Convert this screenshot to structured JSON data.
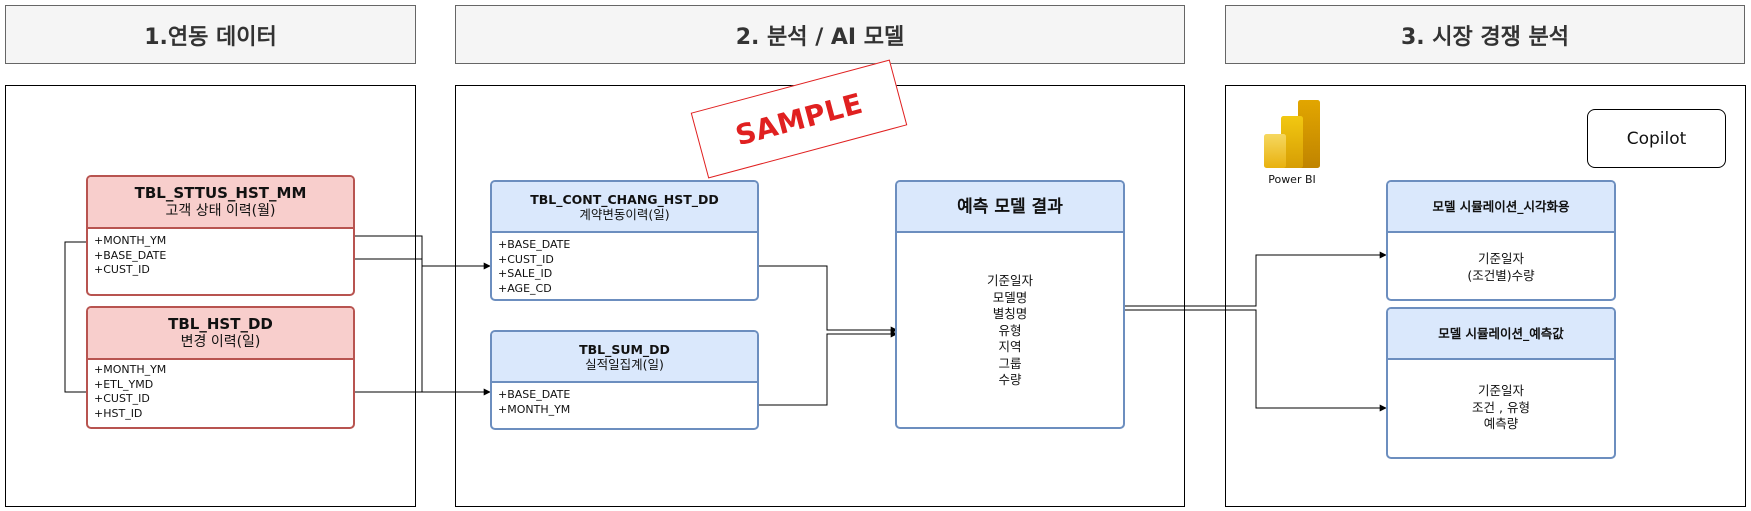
{
  "headers": {
    "linked_data": "1.연동 데이터",
    "analysis": "2. 분석 / AI 모델",
    "market": "3. 시장 경쟁 분석"
  },
  "entities": {
    "sttus": {
      "title": "TBL_STTUS_HST_MM",
      "subtitle": "고객 상태 이력(월)",
      "fields": [
        "+MONTH_YM",
        "+BASE_DATE",
        "+CUST_ID"
      ]
    },
    "hst": {
      "title": "TBL_HST_DD",
      "subtitle": "변경 이력(일)",
      "fields": [
        "+MONTH_YM",
        "+ETL_YMD",
        "+CUST_ID",
        "+HST_ID"
      ]
    },
    "cont": {
      "title": "TBL_CONT_CHANG_HST_DD",
      "subtitle": "계약변동이력(일)",
      "fields": [
        "+BASE_DATE",
        "+CUST_ID",
        "+SALE_ID",
        "+AGE_CD"
      ]
    },
    "sum": {
      "title": "TBL_SUM_DD",
      "subtitle": "실적일집계(일)",
      "fields": [
        "+BASE_DATE",
        "+MONTH_YM"
      ]
    },
    "predict": {
      "title": "예측 모델 결과",
      "fields": [
        "기준일자",
        "모델명",
        "별칭명",
        "유형",
        "지역",
        "그룹",
        "수량"
      ]
    },
    "viz": {
      "title": "모델 시뮬레이션_시각화용",
      "fields": [
        "기준일자",
        "(조건별)수량"
      ]
    },
    "forecast": {
      "title": "모델 시뮬레이션_예측값",
      "fields": [
        "기준일자",
        "조건 , 유형",
        "예측량"
      ]
    }
  },
  "copilot_label": "Copilot",
  "powerbi_label": "Power BI",
  "stamp_text": "SAMPLE",
  "colors": {
    "red_fill": "#f8cecc",
    "red_stroke": "#b85450",
    "blue_fill": "#dae8fc",
    "blue_stroke": "#6c8ebf",
    "powerbi_gold": "#f2c811",
    "stamp_red": "#e02020"
  },
  "icons": [
    "powerbi-icon"
  ]
}
